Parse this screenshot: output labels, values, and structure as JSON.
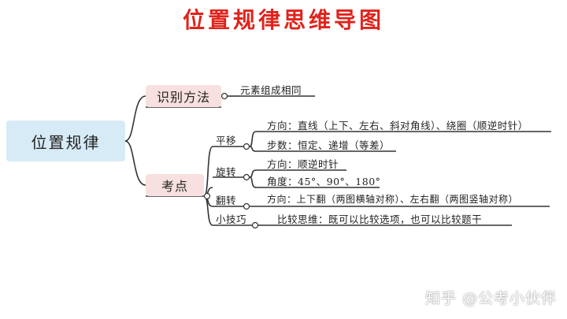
{
  "title": "位置规律思维导图",
  "root": "位置规律",
  "branch_method": {
    "label": "识别方法",
    "children": [
      "元素组成相同"
    ]
  },
  "branch_points": {
    "label": "考点",
    "pingyi": {
      "label": "平移",
      "items": [
        "方向：直线（上下、左右、斜对角线）、绕圈（顺逆时针）",
        "步数：恒定、递增（等差）"
      ]
    },
    "xuanzhuan": {
      "label": "旋转",
      "items": [
        "方向：顺逆时针",
        "角度：45°、90°、180°"
      ]
    },
    "fanzhuan": {
      "label": "翻转",
      "items": [
        "方向：上下翻（两图横轴对称）、左右翻（两图竖轴对称）"
      ]
    },
    "jiqiao": {
      "label": "小技巧",
      "items": [
        "比较思维：既可以比较选项，也可以比较题干"
      ]
    }
  },
  "watermark": "知乎 @公考小伙伴",
  "colors": {
    "title": "#e0231c",
    "root_bg": "#d7ebf6",
    "branch_bg": "#f7e0df",
    "line": "#333333"
  }
}
